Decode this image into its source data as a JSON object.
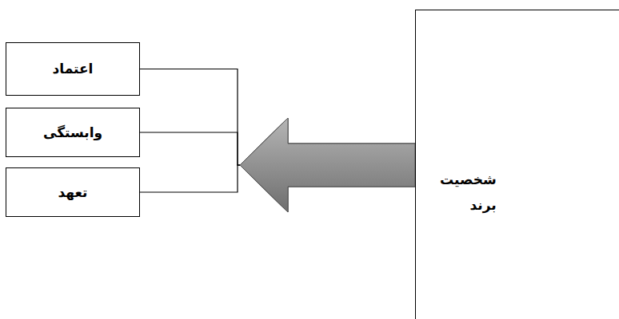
{
  "diagram": {
    "nodes": [
      {
        "text": [
          "شخصیت برند"
        ]
      },
      {
        "text": [
          "اعتماد"
        ]
      },
      {
        "text": [
          "وابستگی"
        ]
      },
      {
        "text": [
          "تعهد"
        ]
      }
    ],
    "edges": [
      {
        "from": 0,
        "to": 1,
        "arrow": "to"
      },
      {
        "from": 0,
        "to": 2,
        "arrow": "to"
      },
      {
        "from": 0,
        "to": 3,
        "arrow": "to"
      }
    ]
  }
}
